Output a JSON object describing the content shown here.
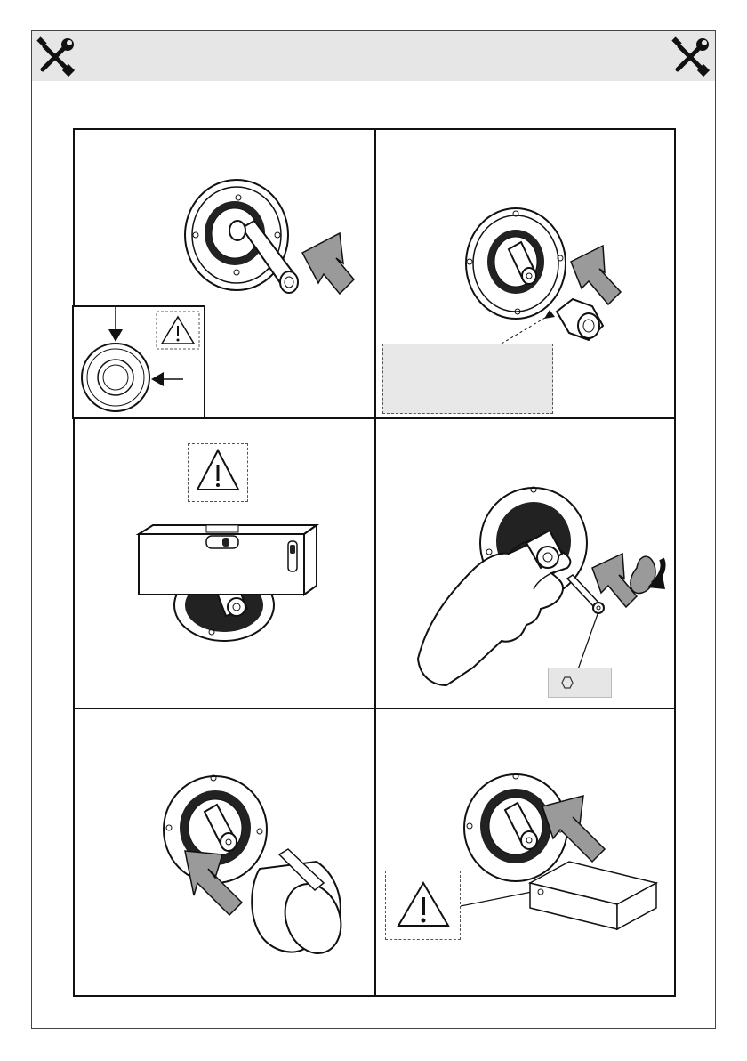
{
  "header": {
    "left_icon": "wrench-screwdriver-icon",
    "right_icon": "wrench-screwdriver-icon"
  },
  "panels": [
    {
      "id": 1,
      "icons": [
        "valve-flange-icon",
        "sleeve-icon",
        "push-arrow-icon",
        "warning-triangle-icon",
        "ring-detail-icon"
      ]
    },
    {
      "id": 2,
      "icons": [
        "valve-flange-icon",
        "push-arrow-icon",
        "hex-adapter-icon"
      ]
    },
    {
      "id": 3,
      "icons": [
        "warning-triangle-icon",
        "spirit-level-icon",
        "valve-flange-icon"
      ]
    },
    {
      "id": 4,
      "icons": [
        "hand-icon",
        "screw-icon",
        "push-arrow-icon",
        "rotate-arrow-icon",
        "hex-key-icon"
      ]
    },
    {
      "id": 5,
      "icons": [
        "valve-flange-icon",
        "push-arrow-icon",
        "knob-icon"
      ]
    },
    {
      "id": 6,
      "icons": [
        "valve-flange-icon",
        "push-arrow-icon",
        "warning-triangle-icon",
        "box-icon"
      ]
    }
  ],
  "colors": {
    "band": "#e6e6e6",
    "line": "#111111",
    "arrow_fill": "#9a9a9a"
  }
}
